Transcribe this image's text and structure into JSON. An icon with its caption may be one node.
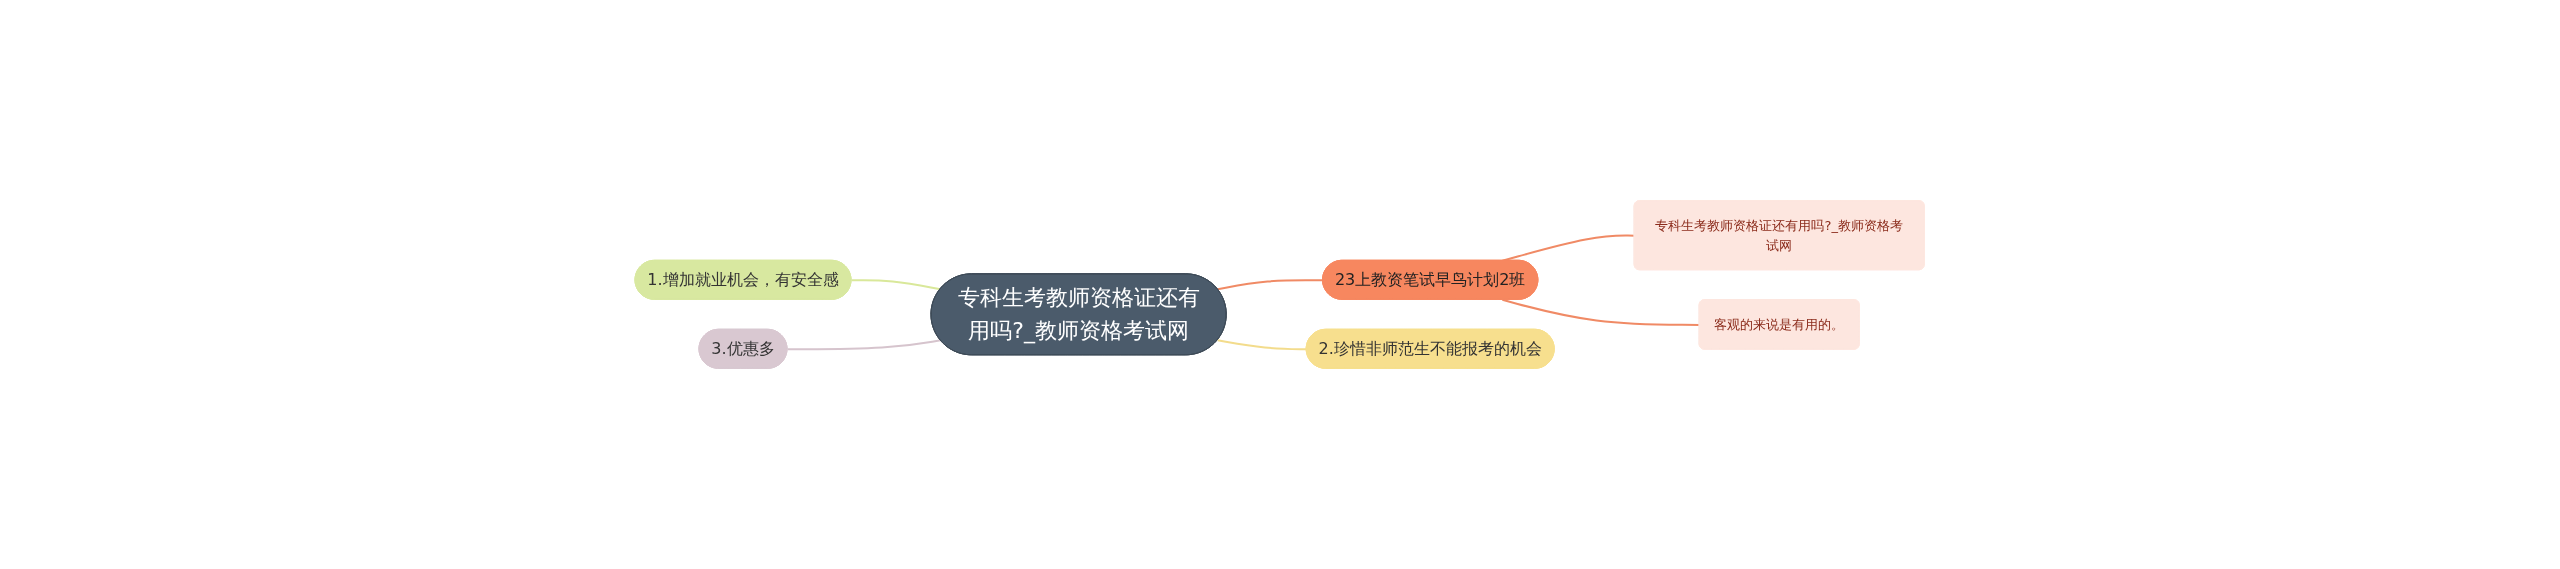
{
  "diagram": {
    "nodes": [
      {
        "text": [
          "专科生考教师资格证还有用吗?_教师资格考试网"
        ]
      },
      {
        "text": [
          "23上教资笔试早鸟计划2班"
        ]
      },
      {
        "text": [
          "专科生考教师资格证还有用吗?_教师资格考试网"
        ]
      },
      {
        "text": [
          "客观的来说是有用的。"
        ]
      },
      {
        "text": [
          "2.珍惜非师范生不能报考的机会"
        ]
      },
      {
        "text": [
          "1.增加就业机会，有安全感"
        ]
      },
      {
        "text": [
          "3.优惠多"
        ]
      }
    ],
    "edges": [
      {
        "from": 0,
        "to": 1,
        "arrow": "none",
        "color": "#f08a65"
      },
      {
        "from": 1,
        "to": 2,
        "arrow": "none",
        "color": "#f08a65"
      },
      {
        "from": 1,
        "to": 3,
        "arrow": "none",
        "color": "#f08a65"
      },
      {
        "from": 0,
        "to": 4,
        "arrow": "none",
        "color": "#f3dc8c"
      },
      {
        "from": 5,
        "to": 0,
        "arrow": "none",
        "color": "#d9e89a"
      },
      {
        "from": 6,
        "to": 0,
        "arrow": "none",
        "color": "#d6c4cd"
      }
    ]
  }
}
